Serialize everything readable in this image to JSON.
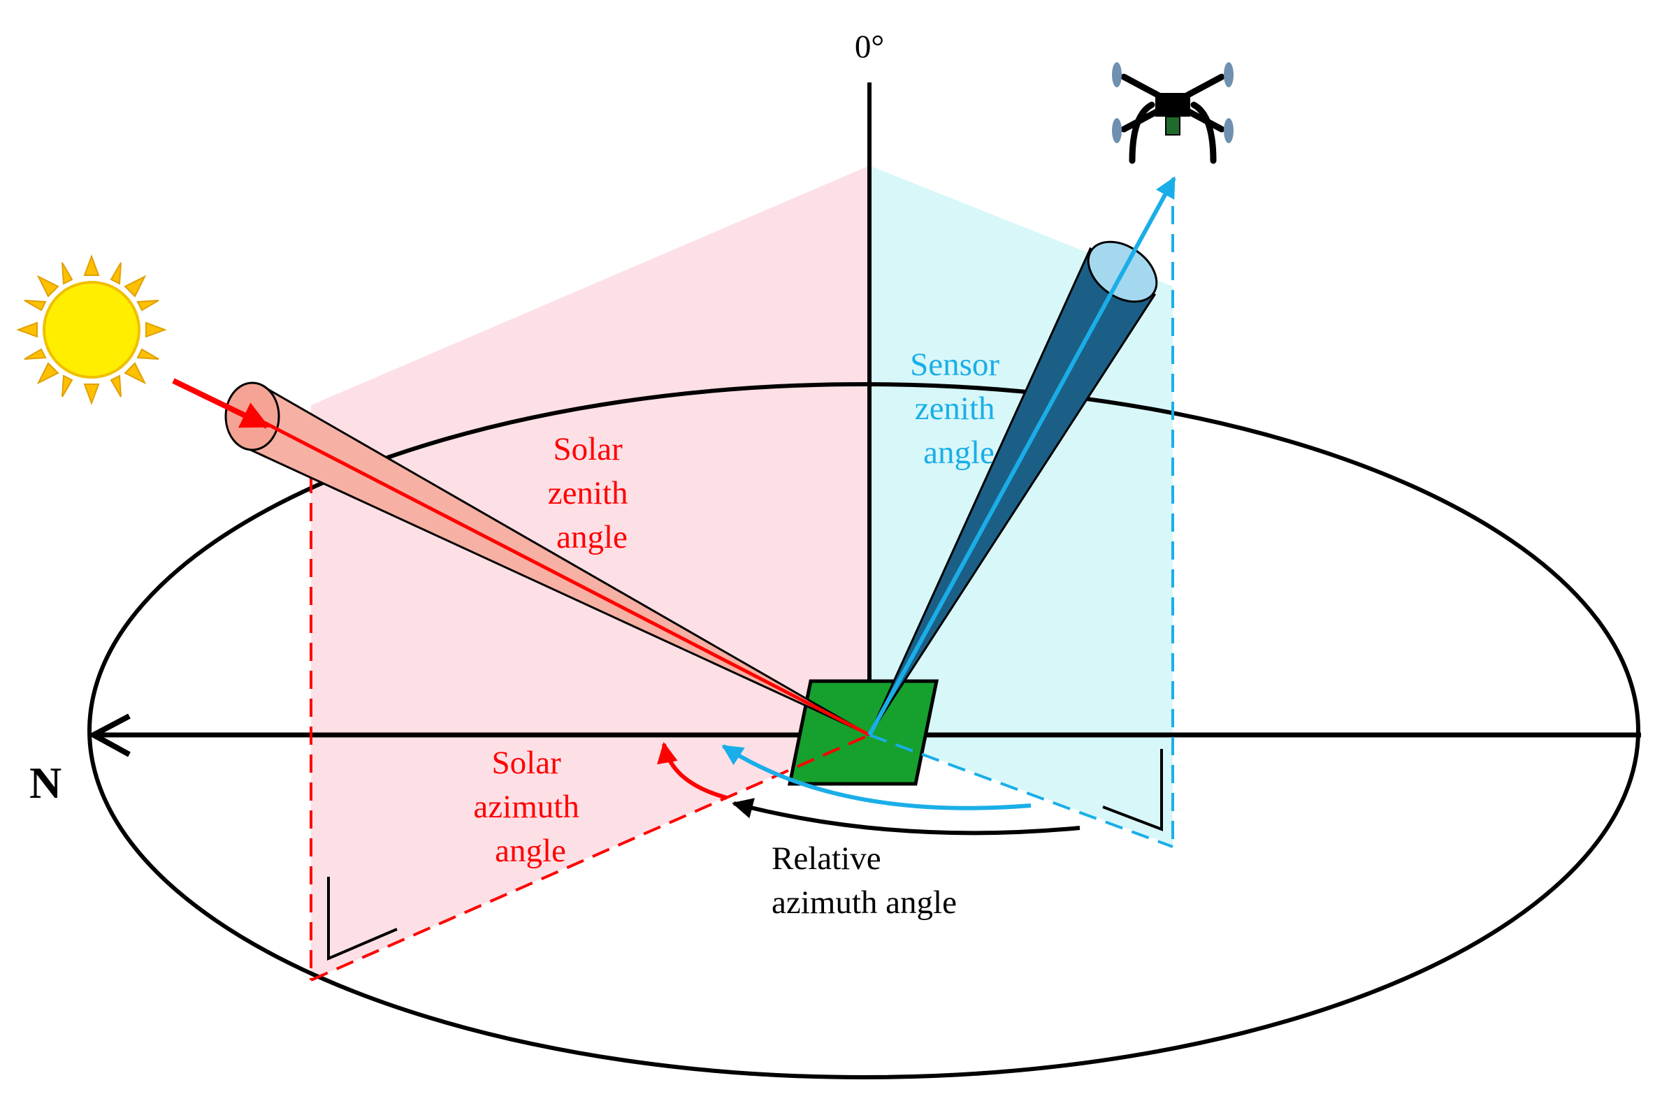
{
  "labels": {
    "zenith": "0°",
    "north": "N",
    "sensor_zenith": [
      "Sensor",
      "zenith",
      "angle"
    ],
    "solar_zenith": [
      "Solar",
      "zenith",
      "angle"
    ],
    "solar_azimuth": [
      "Solar",
      "azimuth",
      "angle"
    ],
    "relative_azimuth": [
      "Relative",
      "azimuth angle"
    ]
  },
  "colors": {
    "solar": "#ff0000",
    "sensor": "#1aaee8",
    "solar_plane": "#fde0e6",
    "sensor_plane": "#d8f7f9",
    "sensor_cone": "#1c5f86",
    "solar_cone": "#f7b0a4",
    "target": "#16a02e",
    "sun": "#ffee00",
    "sun_rays": "#ffc000"
  },
  "icons": [
    "sun-icon",
    "drone-icon"
  ]
}
